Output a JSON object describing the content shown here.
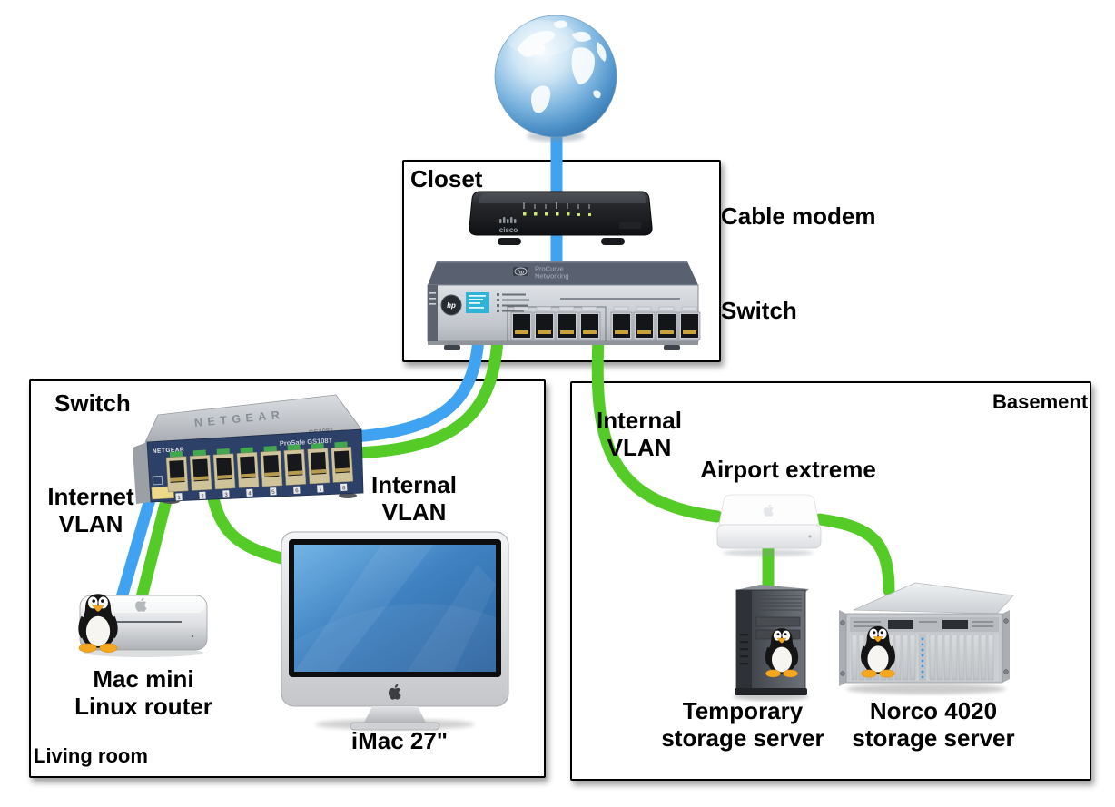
{
  "rooms": {
    "closet": {
      "label": "Closet"
    },
    "living_room": {
      "label": "Living room"
    },
    "basement": {
      "label": "Basement"
    }
  },
  "device_labels": {
    "cable_modem": "Cable modem",
    "closet_switch": "Switch",
    "living_room_switch": "Switch",
    "mac_mini": [
      "Mac mini",
      "Linux router"
    ],
    "imac": "iMac 27\"",
    "airport": "Airport extreme",
    "temporary_server": [
      "Temporary",
      "storage server"
    ],
    "norco_server": [
      "Norco 4020",
      "storage server"
    ]
  },
  "vlan_labels": {
    "internet_living": [
      "Internet",
      "VLAN"
    ],
    "internal_living": [
      "Internal",
      "VLAN"
    ],
    "internal_basement": [
      "Internal",
      "VLAN"
    ]
  },
  "device_text": {
    "netgear": {
      "top_brand": "NETGEAR",
      "top_model": "GS108T",
      "front_left_brand": "NETGEAR",
      "front_series": "ProSafe GS108T",
      "port_numbers": [
        "1",
        "2",
        "3",
        "4",
        "5",
        "6",
        "7",
        "8"
      ]
    },
    "hp": {
      "logo": "hp",
      "top_brand_line1": "ProCurve",
      "top_brand_line2": "Networking"
    },
    "modem": {
      "brand": "cisco"
    }
  },
  "colors": {
    "internet_vlan_cable": "#3fa3f2",
    "internal_vlan_cable": "#55cb28",
    "room_border": "#000000",
    "label_text": "#000000"
  },
  "icons": {
    "internet": "globe-icon",
    "linux": "tux-penguin-icon",
    "apple": "apple-logo-icon"
  },
  "connections": [
    {
      "from": "internet",
      "to": "cable-modem",
      "vlan": "internet"
    },
    {
      "from": "cable-modem",
      "to": "closet-switch",
      "vlan": "internet"
    },
    {
      "from": "closet-switch",
      "to": "living-room-switch",
      "vlan": "internet"
    },
    {
      "from": "closet-switch",
      "to": "living-room-switch",
      "vlan": "internal"
    },
    {
      "from": "closet-switch",
      "to": "airport-extreme",
      "vlan": "internal"
    },
    {
      "from": "living-room-switch",
      "to": "mac-mini-linux-router",
      "vlan": "internet"
    },
    {
      "from": "living-room-switch",
      "to": "mac-mini-linux-router",
      "vlan": "internal"
    },
    {
      "from": "living-room-switch",
      "to": "imac-27",
      "vlan": "internal"
    },
    {
      "from": "airport-extreme",
      "to": "temporary-storage-server",
      "vlan": "internal"
    },
    {
      "from": "airport-extreme",
      "to": "norco-4020-storage-server",
      "vlan": "internal"
    }
  ]
}
